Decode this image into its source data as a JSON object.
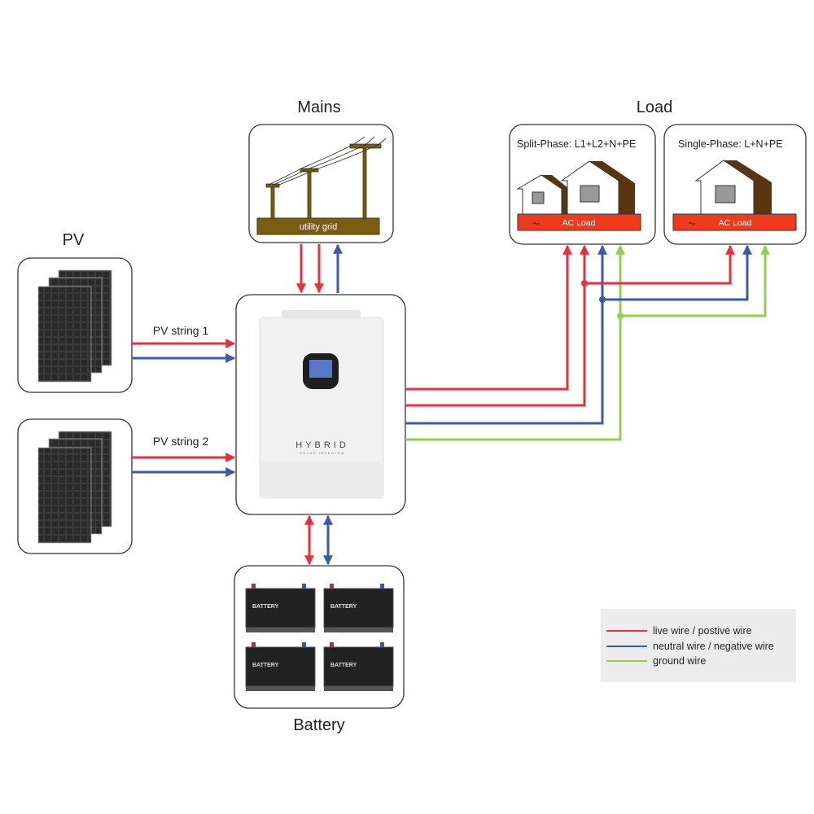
{
  "sections": {
    "mains": "Mains",
    "load": "Load",
    "pv": "PV",
    "battery": "Battery"
  },
  "mains": {
    "grid_label": "utility grid"
  },
  "pv": {
    "strings": [
      "PV string 1",
      "PV string 2"
    ]
  },
  "inverter": {
    "brand": "HYBRID",
    "subtitle": "SOLAR INVERTER"
  },
  "load": {
    "split_phase": {
      "title": "Split-Phase:  L1+L2+N+PE",
      "bar_label": "AC Load"
    },
    "single_phase": {
      "title": "Single-Phase:  L+N+PE",
      "bar_label": "AC Load"
    }
  },
  "battery": {
    "labels": [
      "BATTERY",
      "BATTERY",
      "BATTERY",
      "BATTERY"
    ]
  },
  "legend": {
    "items": [
      {
        "label": "live wire / postive wire",
        "color": "#e8303a"
      },
      {
        "label": "neutral wire / negative wire",
        "color": "#3a5ab0"
      },
      {
        "label": "ground wire",
        "color": "#8fd14f"
      }
    ]
  },
  "colors": {
    "live": "#e8303a",
    "neutral": "#3a5ab0",
    "ground": "#8fd14f",
    "ac_load_bar": "#f03a1e",
    "pole": "#7a5c12",
    "house_roof": "#5a3510"
  }
}
